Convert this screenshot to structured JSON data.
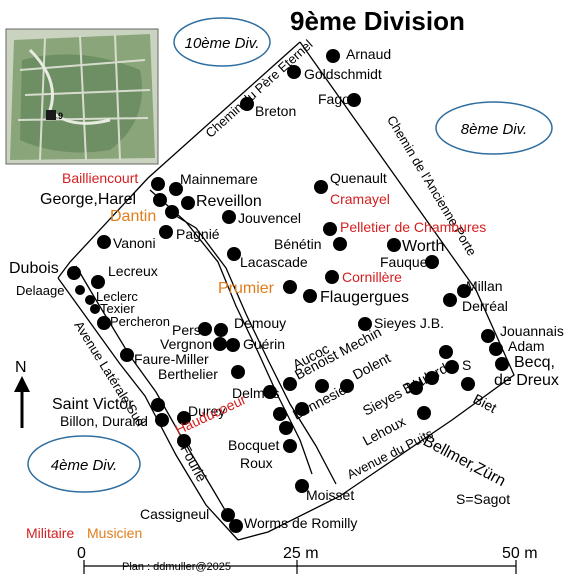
{
  "title": "9ème Division",
  "neighbors": [
    {
      "label": "10ème Div."
    },
    {
      "label": "8ème Div."
    },
    {
      "label": "4ème Div."
    }
  ],
  "streets": [
    {
      "name": "Chemin du Père Eternel"
    },
    {
      "name": "Chemin de l'Ancienne Porte"
    },
    {
      "name": "Avenue Latérale Sud"
    },
    {
      "name": "Avenue du Puits"
    }
  ],
  "compass": "N",
  "scale": {
    "ticks": [
      "0",
      "25 m",
      "50 m"
    ]
  },
  "credit": "Plan : ddmuller@2025",
  "legend": {
    "militaire": "Militaire",
    "musicien": "Musicien",
    "note": "S=Sagot"
  },
  "colors": {
    "militaire": "#d42020",
    "musicien": "#e07e1b",
    "default": "#000000",
    "ellipse_border": "#2f6ea0"
  },
  "graves": [
    {
      "label": "Arnaud",
      "cat": "default"
    },
    {
      "label": "Goldschmidt",
      "cat": "default"
    },
    {
      "label": "Fagot",
      "cat": "default"
    },
    {
      "label": "Breton",
      "cat": "default"
    },
    {
      "label": "Bailliencourt",
      "cat": "militaire"
    },
    {
      "label": "Mainnemare",
      "cat": "default"
    },
    {
      "label": "George,Harel",
      "cat": "default"
    },
    {
      "label": "Reveillon",
      "cat": "default"
    },
    {
      "label": "Dantin",
      "cat": "musicien"
    },
    {
      "label": "Jouvencel",
      "cat": "default"
    },
    {
      "label": "Pagnié",
      "cat": "default"
    },
    {
      "label": "Quenault",
      "cat": "default"
    },
    {
      "label": "Cramayel",
      "cat": "militaire"
    },
    {
      "label": "Pelletier de Chambures",
      "cat": "militaire"
    },
    {
      "label": "Bénétin",
      "cat": "default"
    },
    {
      "label": "Worth",
      "cat": "default"
    },
    {
      "label": "Fauquet",
      "cat": "default"
    },
    {
      "label": "Lacascade",
      "cat": "default"
    },
    {
      "label": "Cornillère",
      "cat": "militaire"
    },
    {
      "label": "Prumier",
      "cat": "musicien"
    },
    {
      "label": "Flaugergues",
      "cat": "default"
    },
    {
      "label": "Millan",
      "cat": "default"
    },
    {
      "label": "Derréal",
      "cat": "default"
    },
    {
      "label": "Vanoni",
      "cat": "default"
    },
    {
      "label": "Dubois",
      "cat": "default"
    },
    {
      "label": "Lecreux",
      "cat": "default"
    },
    {
      "label": "Delaage",
      "cat": "default"
    },
    {
      "label": "Leclerc",
      "cat": "default"
    },
    {
      "label": "Texier",
      "cat": "default"
    },
    {
      "label": "Percheron",
      "cat": "default"
    },
    {
      "label": "Sieyes J.B.",
      "cat": "default"
    },
    {
      "label": "Jouannais",
      "cat": "default"
    },
    {
      "label": "Adam",
      "cat": "default"
    },
    {
      "label": "Becq,",
      "cat": "default"
    },
    {
      "label": "de Dreux",
      "cat": "default"
    },
    {
      "label": "Pers",
      "cat": "default"
    },
    {
      "label": "Demouy",
      "cat": "default"
    },
    {
      "label": "Vergnon",
      "cat": "default"
    },
    {
      "label": "Guérin",
      "cat": "default"
    },
    {
      "label": "Faure-Miller",
      "cat": "default"
    },
    {
      "label": "Berthelier",
      "cat": "default"
    },
    {
      "label": "Aucoc",
      "cat": "default"
    },
    {
      "label": "Benoist Mechin",
      "cat": "default"
    },
    {
      "label": "Dolent",
      "cat": "default"
    },
    {
      "label": "S",
      "cat": "default"
    },
    {
      "label": "Boulard",
      "cat": "default"
    },
    {
      "label": "Biet",
      "cat": "default"
    },
    {
      "label": "Delmas",
      "cat": "default"
    },
    {
      "label": "Bonnesien",
      "cat": "default"
    },
    {
      "label": "Sieyes J.H.",
      "cat": "default"
    },
    {
      "label": "Bellmer,Zürn",
      "cat": "default"
    },
    {
      "label": "Saint Victor",
      "cat": "default"
    },
    {
      "label": "Billon, Durand",
      "cat": "default"
    },
    {
      "label": "Durey",
      "cat": "default"
    },
    {
      "label": "Hauducoeur",
      "cat": "militaire"
    },
    {
      "label": "Fourié",
      "cat": "default"
    },
    {
      "label": "Bocquet",
      "cat": "default"
    },
    {
      "label": "Roux",
      "cat": "default"
    },
    {
      "label": "Lehoux",
      "cat": "default"
    },
    {
      "label": "Moisset",
      "cat": "default"
    },
    {
      "label": "Cassigneul",
      "cat": "default"
    },
    {
      "label": "Worms de Romilly",
      "cat": "default"
    }
  ]
}
